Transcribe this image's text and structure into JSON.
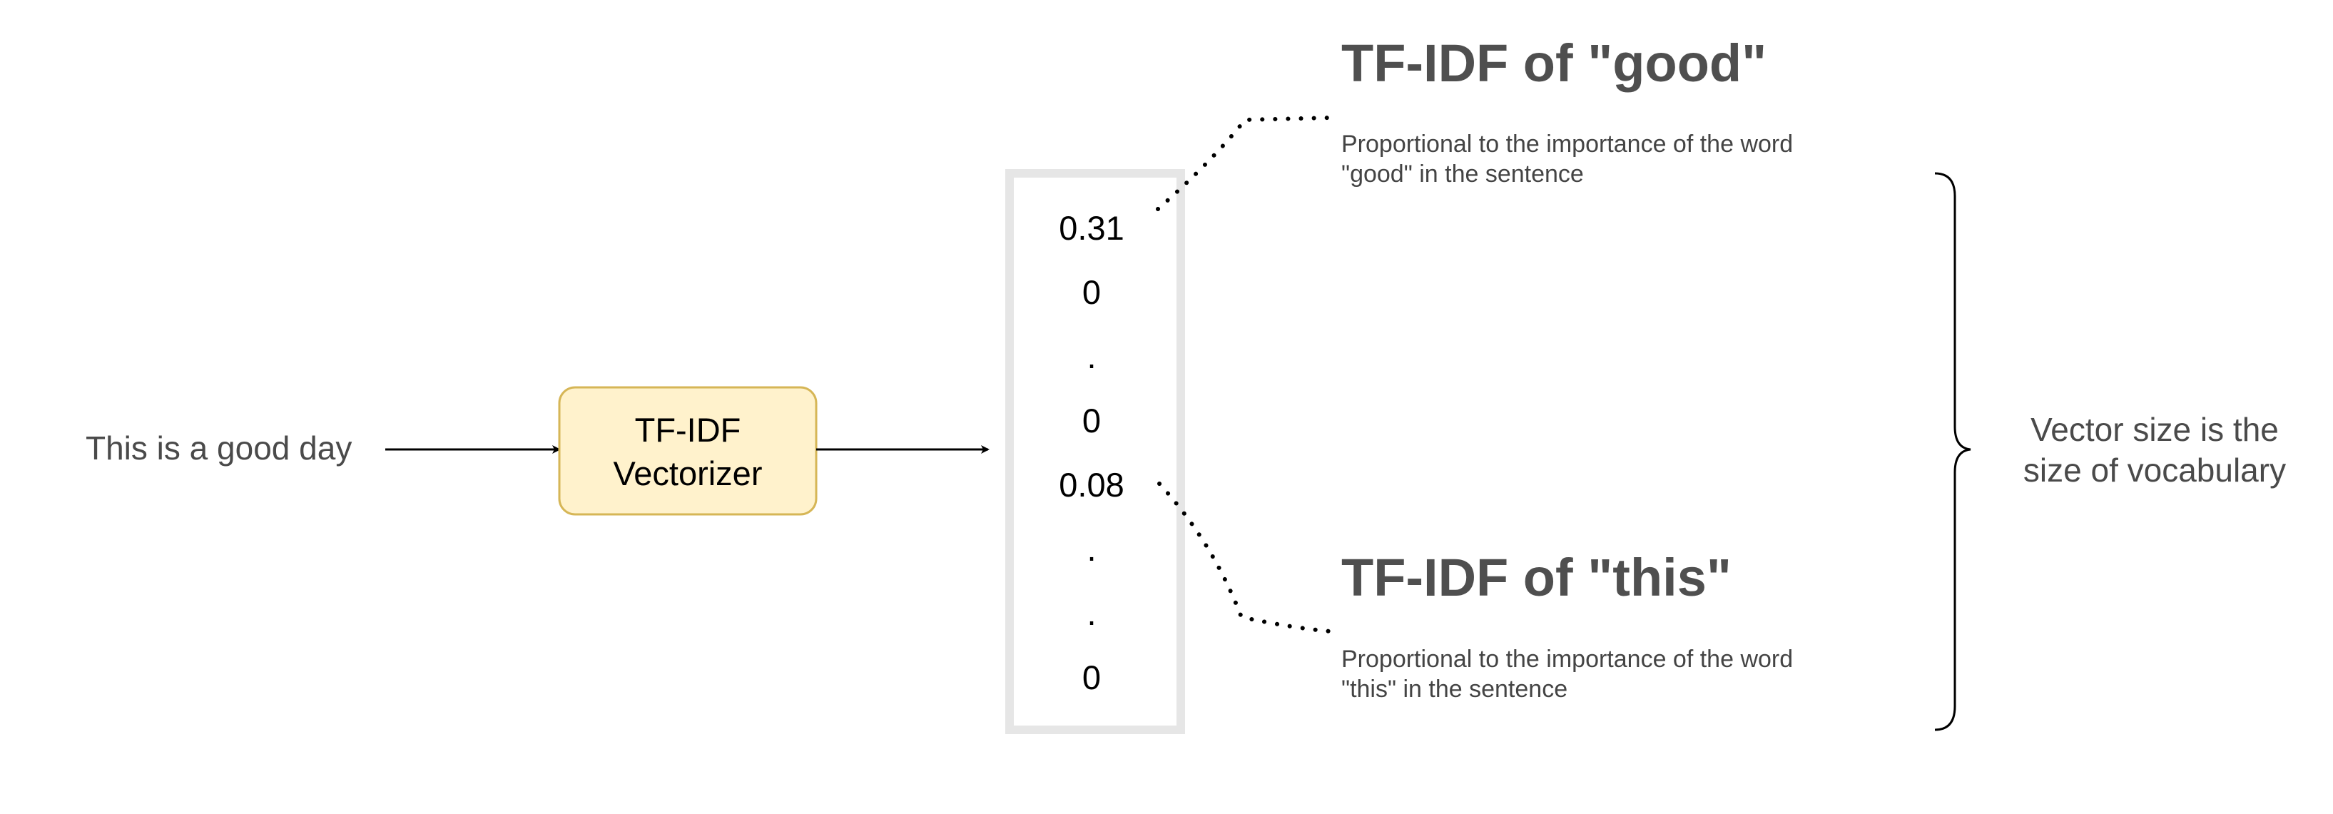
{
  "diagram": {
    "input_text": "This is a good day",
    "vectorizer_label_line1": "TF-IDF",
    "vectorizer_label_line2": "Vectorizer",
    "vector_values": [
      "0.31",
      "0",
      ".",
      "0",
      "0.08",
      ".",
      ".",
      "0"
    ],
    "good_annotation": {
      "title": "TF-IDF of \"good\"",
      "description_line1": "Proportional to the importance of the word",
      "description_line2": "\"good\" in the sentence"
    },
    "this_annotation": {
      "title": "TF-IDF of \"this\"",
      "description_line1": "Proportional to the importance of the word",
      "description_line2": "\"this\" in the sentence"
    },
    "brace_label_line1": "Vector size is the",
    "brace_label_line2": "size of vocabulary"
  },
  "colors": {
    "vectorizer_fill": "#fff2cc",
    "vectorizer_stroke": "#d6b656",
    "vector_border": "#e6e6e6",
    "text_dark": "#4a4a4a"
  }
}
